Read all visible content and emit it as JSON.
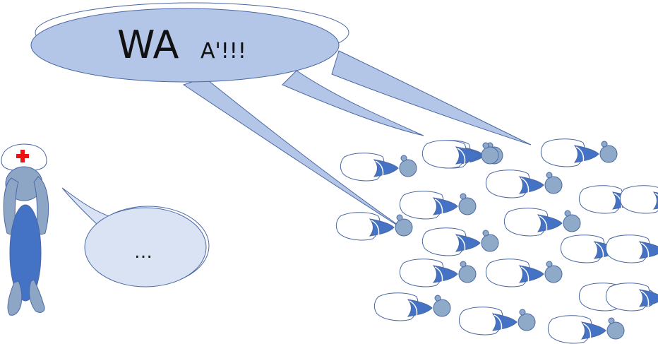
{
  "colors": {
    "bubble_fill": "#b3c6e7",
    "bubble_outline": "#4a68a4",
    "small_bubble_fill": "#dae3f3",
    "nurse_body": "#4472c4",
    "nurse_limbs": "#8ea6c6",
    "cross": "#ee1111",
    "baby_head": "#8faac8",
    "baby_blanket": "#4472c4",
    "baby_pod_fill": "#ffffff"
  },
  "shout_bubble": {
    "text_big": "WA",
    "text_small": "A'!!!"
  },
  "nurse_bubble": {
    "text": "…"
  },
  "icons": {
    "nurse": "nurse-figure-icon",
    "cross": "red-cross-icon",
    "baby": "swaddled-baby-icon"
  },
  "babies_count": 20
}
